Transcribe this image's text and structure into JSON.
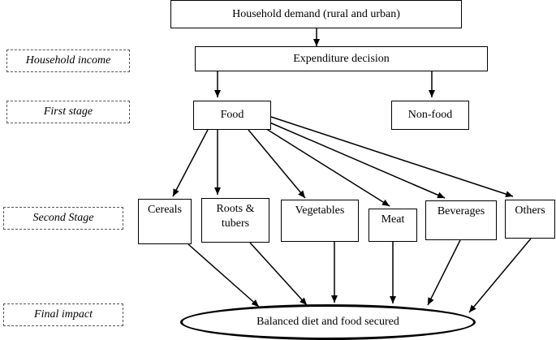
{
  "diagram": {
    "top": "Household demand (rural and urban)",
    "expenditure": "Expenditure decision",
    "food": "Food",
    "nonfood": "Non-food",
    "items": {
      "cereals": "Cereals",
      "roots": "Roots &\ntubers",
      "vegetables": "Vegetables",
      "meat": "Meat",
      "beverages": "Beverages",
      "others": "Others"
    },
    "outcome": "Balanced diet and food secured"
  },
  "side_labels": {
    "household_income": "Household income",
    "first_stage": "First stage",
    "second_stage": "Second Stage",
    "final_impact": "Final impact"
  }
}
